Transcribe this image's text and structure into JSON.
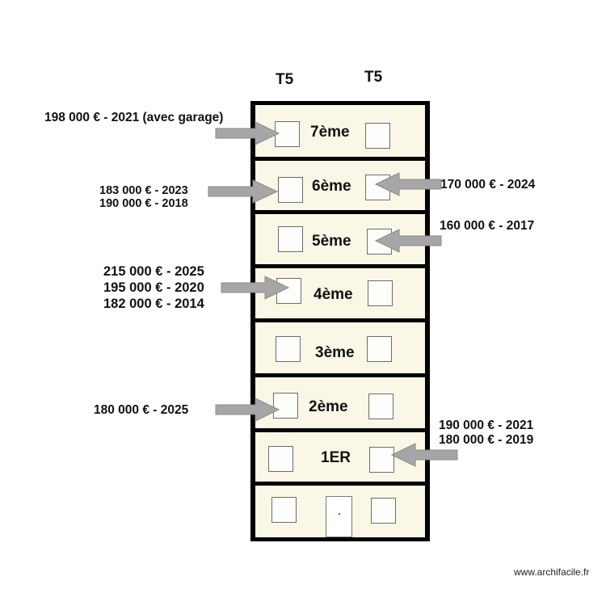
{
  "columns": [
    "T5",
    "T5"
  ],
  "floors": [
    "7ème",
    "6ème",
    "5ème",
    "4ème",
    "3ème",
    "2ème",
    "1ER"
  ],
  "annotations": {
    "f7_left": [
      "198 000 €  - 2021 (avec garage)"
    ],
    "f6_left": [
      "183 000 €  - 2023",
      "190 000 € - 2018"
    ],
    "f6_right": [
      "170 000 €  - 2024"
    ],
    "f5_right": [
      "160 000 €  - 2017"
    ],
    "f4_left": [
      "215 000 € - 2025",
      "195 000 €  - 2020",
      "182 000 € - 2014"
    ],
    "f2_left": [
      "180 000 €  - 2025"
    ],
    "f1_right": [
      "190 000 €  - 2021",
      "180 000 € - 2019"
    ]
  },
  "colors": {
    "wall": "#000000",
    "floor_fill": "#fbf7e6",
    "arrow_fill": "#a6a6a6",
    "arrow_stroke": "#8a8a8a"
  },
  "icons": [
    "arrow-right-icon",
    "arrow-left-icon"
  ],
  "watermark": "www.archifacile.fr"
}
